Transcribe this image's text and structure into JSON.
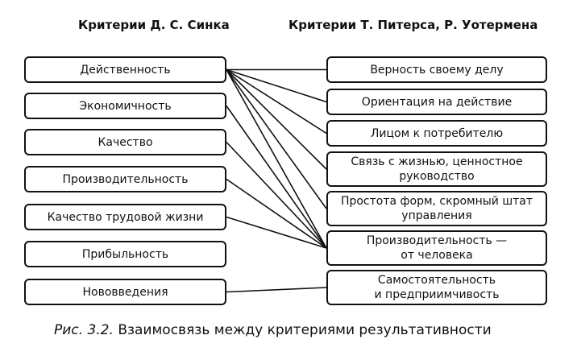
{
  "headings": {
    "left": "Критерии Д. С. Синка",
    "right": "Критерии Т. Питерса, Р. Уотермена"
  },
  "left_criteria": [
    "Действенность",
    "Экономичность",
    "Качество",
    "Производительность",
    "Качество трудовой жизни",
    "Прибыльность",
    "Нововведения"
  ],
  "right_criteria": [
    "Верность своему делу",
    "Ориентация на действие",
    "Лицом к потребителю",
    "Связь с жизнью, ценностное\nруководство",
    "Простота форм, скромный штат\nуправления",
    "Производительность —\nот человека",
    "Самостоятельность\nи предприимчивость"
  ],
  "connections": [
    [
      "Действенность",
      "Верность своему делу"
    ],
    [
      "Действенность",
      "Ориентация на действие"
    ],
    [
      "Действенность",
      "Лицом к потребителю"
    ],
    [
      "Действенность",
      "Связь с жизнью, ценностное\nруководство"
    ],
    [
      "Действенность",
      "Простота форм, скромный штат\nуправления"
    ],
    [
      "Действенность",
      "Производительность —\nот человека"
    ],
    [
      "Экономичность",
      "Производительность —\nот человека"
    ],
    [
      "Качество",
      "Производительность —\nот человека"
    ],
    [
      "Производительность",
      "Производительность —\nот человека"
    ],
    [
      "Качество трудовой жизни",
      "Производительность —\nот человека"
    ],
    [
      "Нововведения",
      "Самостоятельность\nи предприимчивость"
    ]
  ],
  "caption": {
    "figure_label": "Рис. 3.2.",
    "text": "Взаимосвязь между критериями результативности"
  }
}
